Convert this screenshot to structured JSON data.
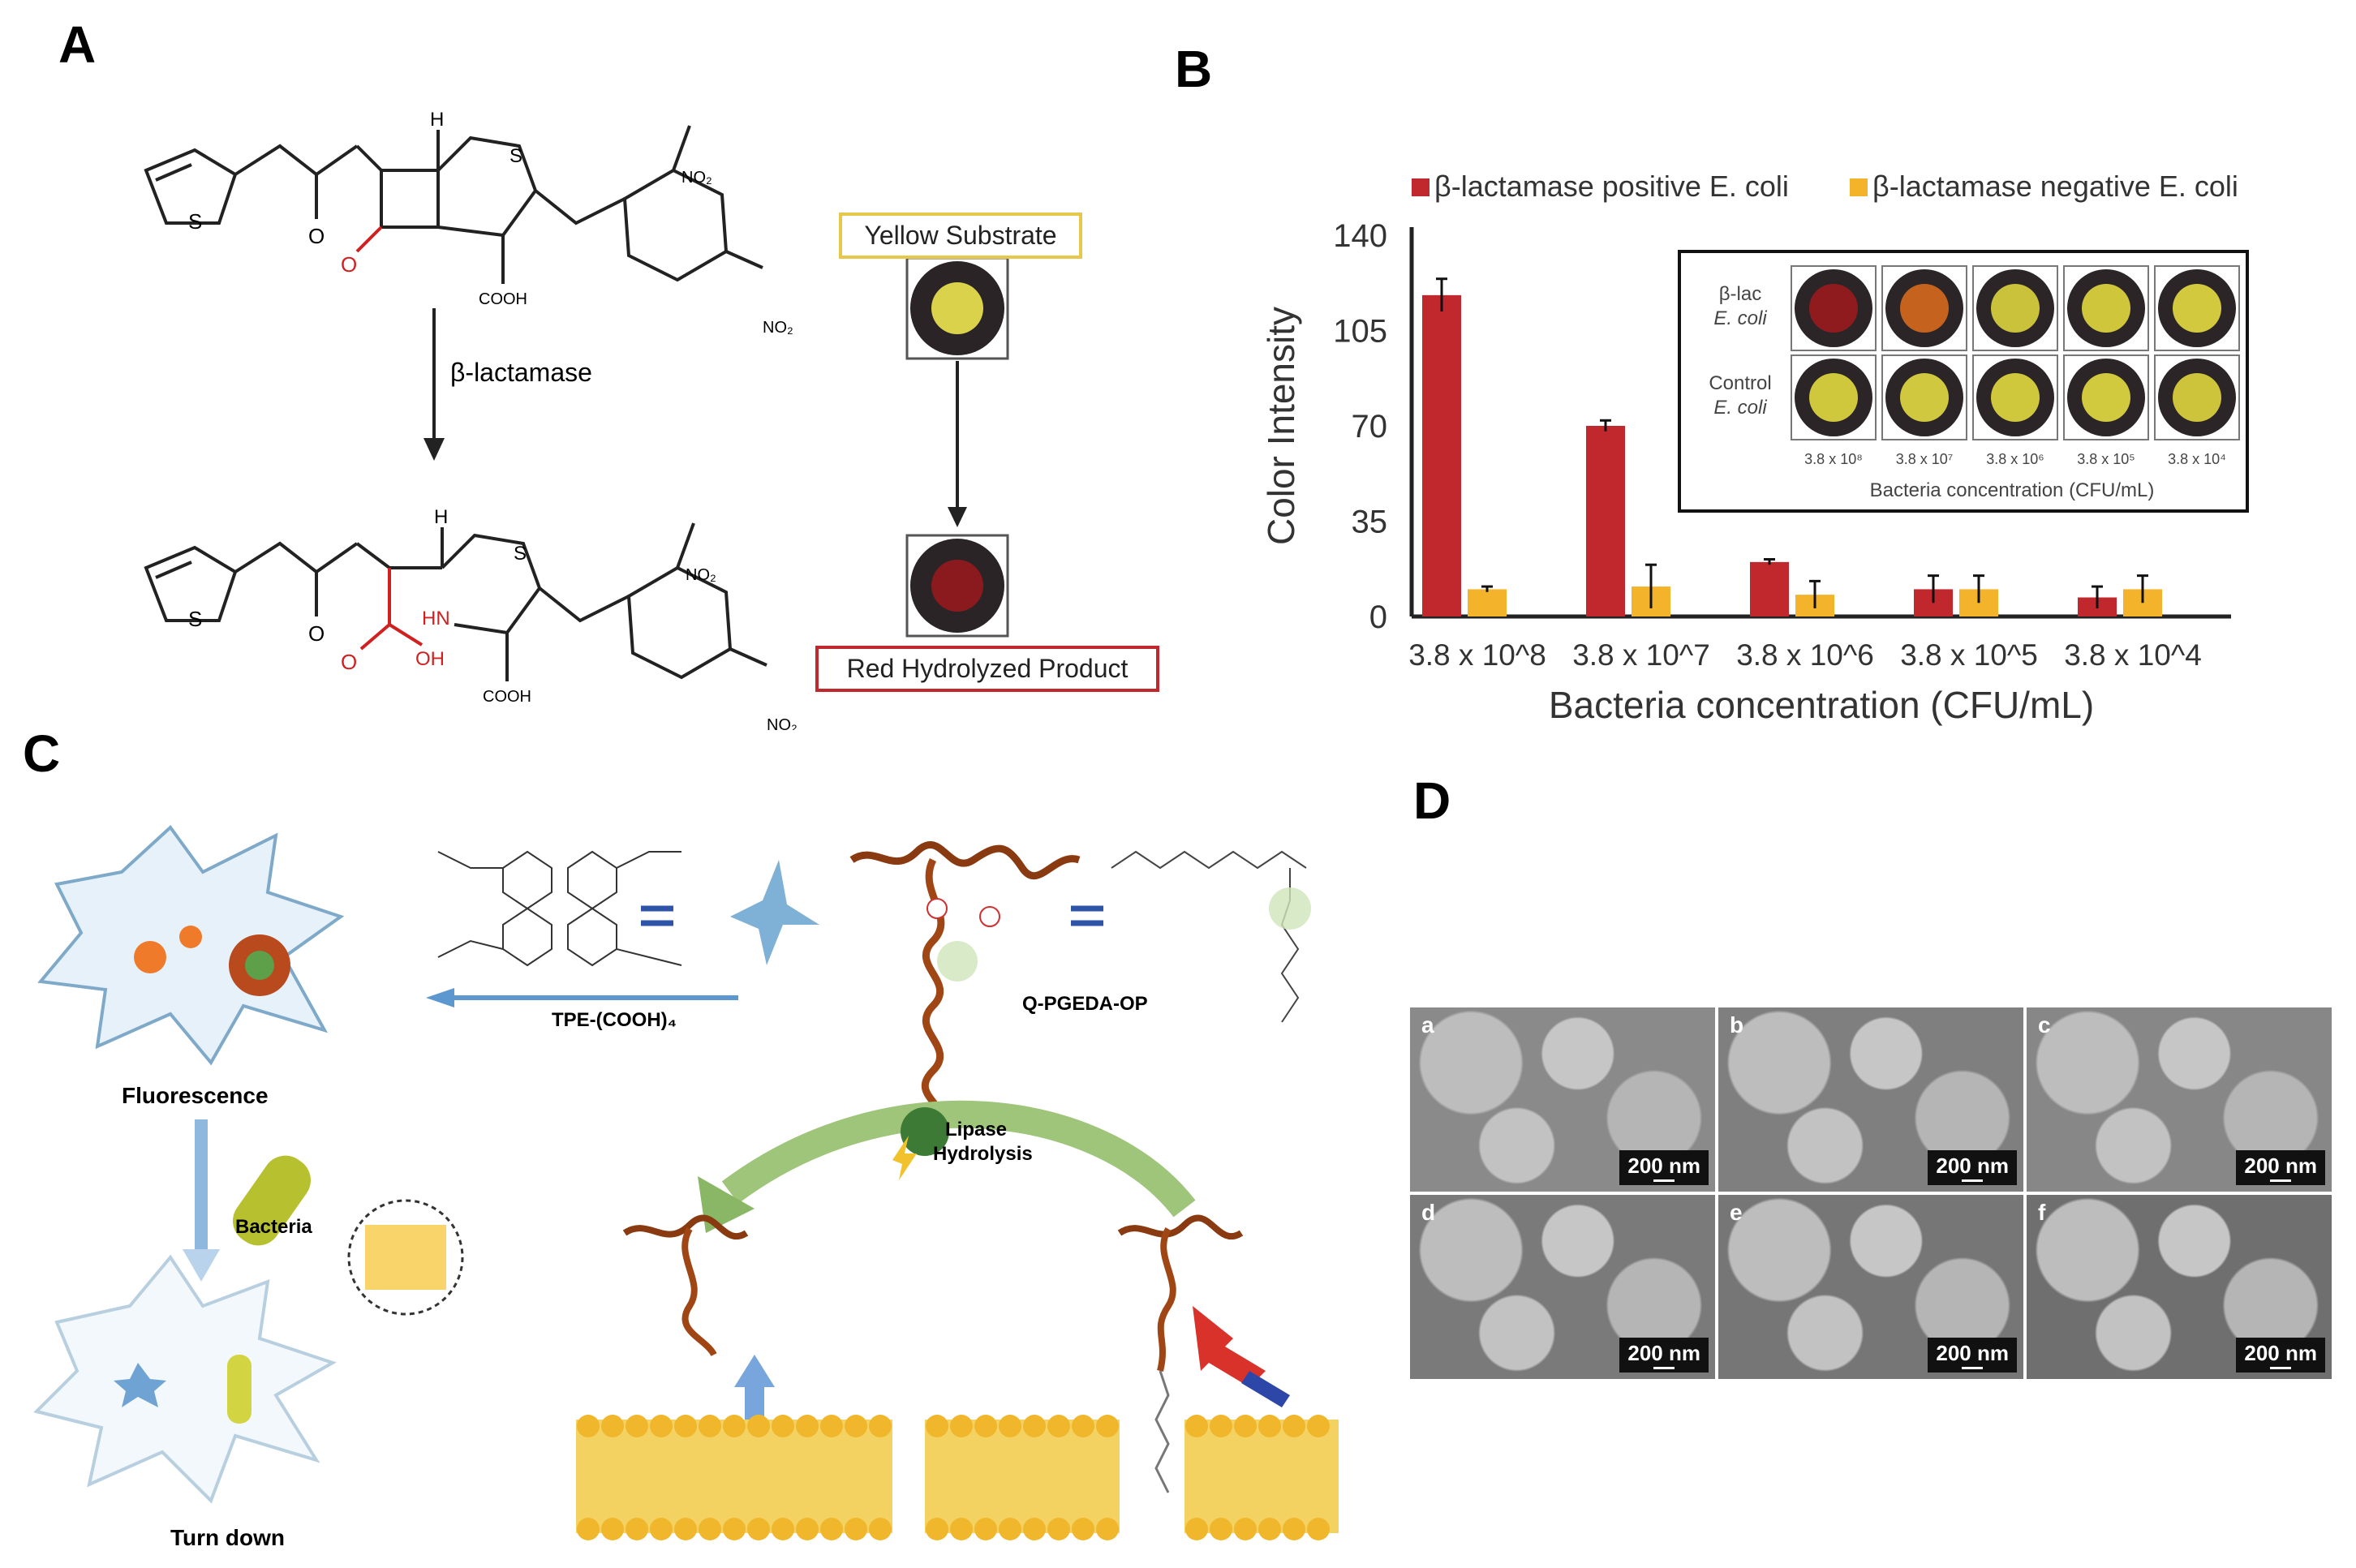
{
  "panels": {
    "a": "A",
    "b": "B",
    "c": "C",
    "d": "D"
  },
  "panel_a": {
    "enzyme": "β-lactamase",
    "yellow_label": "Yellow Substrate",
    "red_label": "Red Hydrolyzed Product",
    "atoms": {
      "cooh": "COOH",
      "no2": "NO₂",
      "s": "S",
      "h": "H",
      "n": "N",
      "o": "O",
      "oh": "OH",
      "hn": "HN"
    },
    "colors": {
      "yellow_box": "#e8c84a",
      "red_box": "#c0282e",
      "yellow_disc": "#d9d24a",
      "red_disc": "#8a1a1e"
    }
  },
  "panel_b": {
    "ylabel": "Color Intensity",
    "xlabel": "Bacteria concentration (CFU/mL)",
    "inset": {
      "row_labels": [
        [
          "β-lac",
          "E. coli"
        ],
        [
          "Control",
          "E. coli"
        ]
      ],
      "col_labels": [
        "3.8 x 10⁸",
        "3.8 x 10⁷",
        "3.8 x 10⁶",
        "3.8 x 10⁵",
        "3.8 x 10⁴"
      ],
      "xlabel": "Bacteria concentration (CFU/mL)",
      "row1_colors": [
        "#8f1b1f",
        "#c5621e",
        "#c9c23a",
        "#cfc63c",
        "#d2c93e"
      ],
      "row2_colors": [
        "#cfc73c",
        "#d0c83e",
        "#cfc83d",
        "#d1c93e",
        "#cdc43b"
      ]
    }
  },
  "chart_data": {
    "type": "bar",
    "categories": [
      "3.8 x 10^8",
      "3.8 x 10^7",
      "3.8 x 10^6",
      "3.8 x 10^5",
      "3.8 x 10^4"
    ],
    "series": [
      {
        "name": "β-lactamase  positive E. coli",
        "color": "#c0282e",
        "values": [
          118,
          70,
          20,
          10,
          7
        ],
        "errors": [
          6,
          2,
          1,
          5,
          4
        ]
      },
      {
        "name": "β-lactamase  negative E. coli",
        "color": "#f3b32b",
        "values": [
          10,
          11,
          8,
          10,
          10
        ],
        "errors": [
          1,
          8,
          5,
          5,
          5
        ]
      }
    ],
    "ylim": [
      0,
      140
    ],
    "yticks": [
      0,
      35,
      70,
      105,
      140
    ],
    "ylabel": "Color Intensity",
    "xlabel": "Bacteria concentration (CFU/mL)",
    "legend": "top",
    "grid": false
  },
  "panel_c": {
    "tpe_label": "TPE-(COOH)₄",
    "polymer_label": "Q-PGEDA-OP",
    "fluorescence": "Fluorescence",
    "bacteria": "Bacteria",
    "turn_down": "Turn down",
    "lipase": "Lipase",
    "hydrolysis": "Hydrolysis"
  },
  "panel_d": {
    "images": [
      {
        "tag": "a",
        "scale": "200 nm",
        "bg": "#8a8a8a"
      },
      {
        "tag": "b",
        "scale": "200 nm",
        "bg": "#7f7f7f"
      },
      {
        "tag": "c",
        "scale": "200 nm",
        "bg": "#878787"
      },
      {
        "tag": "d",
        "scale": "200 nm",
        "bg": "#7a7a7a"
      },
      {
        "tag": "e",
        "scale": "200 nm",
        "bg": "#767676"
      },
      {
        "tag": "f",
        "scale": "200 nm",
        "bg": "#6f6f6f"
      }
    ]
  }
}
